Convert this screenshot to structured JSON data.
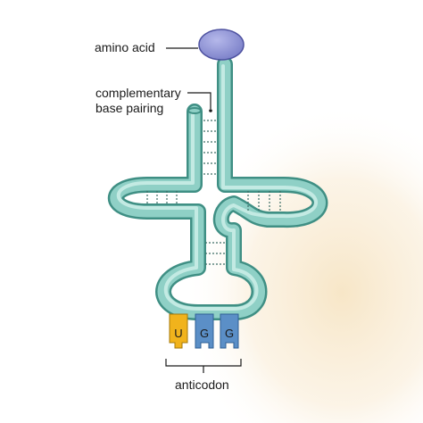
{
  "labels": {
    "amino_acid": "amino acid",
    "complementary_line1": "complementary",
    "complementary_line2": "base pairing",
    "anticodon": "anticodon"
  },
  "anticodon_bases": [
    {
      "letter": "U",
      "color": "#f1b31c"
    },
    {
      "letter": "G",
      "color": "#5b8fc7"
    },
    {
      "letter": "G",
      "color": "#5b8fc7"
    }
  ],
  "colors": {
    "backbone_fill": "#8fd0c6",
    "backbone_outline": "#3f8f84",
    "backbone_highlight": "#c9ece6",
    "amino_acid": "#8f93d4",
    "background_glow": "#f7e6c7",
    "pairing_ticks": "#3d6e66"
  }
}
